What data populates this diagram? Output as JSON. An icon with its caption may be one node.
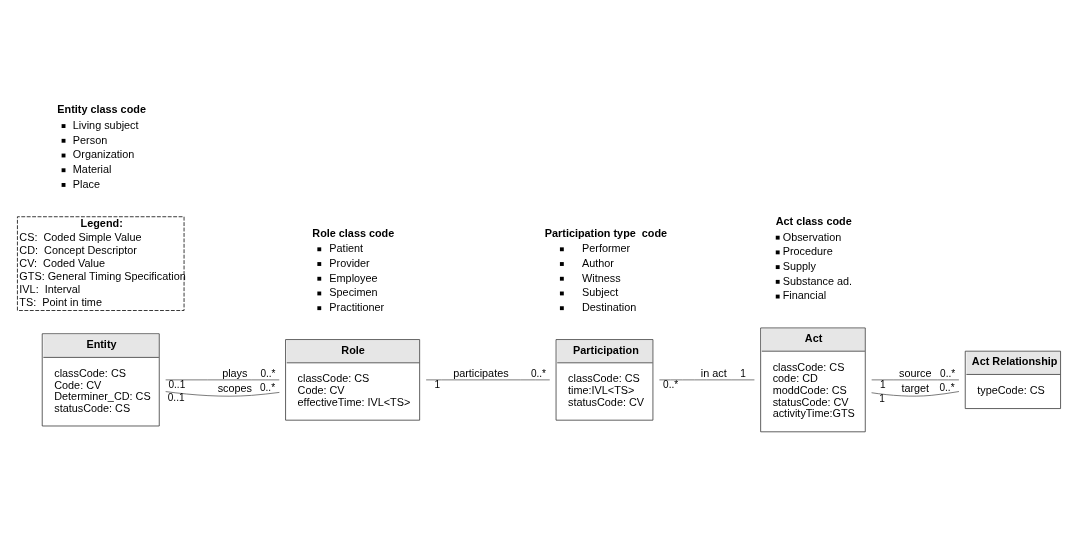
{
  "diagram": {
    "nodes": [
      {
        "text": [
          "Entity",
          "classCode: CS",
          "Code: CV",
          "Determiner_CD: CS",
          "statusCode: CS"
        ]
      },
      {
        "text": [
          "Role",
          "classCode: CS",
          "Code: CV",
          "effectiveTime: IVL<TS>"
        ]
      },
      {
        "text": [
          "Participation",
          "classCode: CS",
          "time:IVL<TS>",
          "statusCode: CV"
        ]
      },
      {
        "text": [
          "Act",
          "classCode: CS",
          "code: CD",
          "moddCode: CS",
          "statusCode: CV",
          "activityTime:GTS"
        ]
      },
      {
        "text": [
          "Act Relationship",
          "typeCode: CS"
        ]
      },
      {
        "text": [
          "Legend:",
          "CS:  Coded Simple Value",
          "CD:  Concept Descriptor",
          "CV:  Coded Value",
          "GTS: General Timing Specification",
          "IVL:  Interval",
          "TS:  Point in time"
        ]
      }
    ],
    "edges": [
      {
        "from": 0,
        "to": 1,
        "arrow": "none",
        "label": "plays"
      },
      {
        "from": 0,
        "to": 1,
        "arrow": "none",
        "label": "scopes"
      },
      {
        "from": 1,
        "to": 2,
        "arrow": "none",
        "label": "participates"
      },
      {
        "from": 2,
        "to": 3,
        "arrow": "none",
        "label": "in act"
      },
      {
        "from": 3,
        "to": 4,
        "arrow": "none",
        "label": "source"
      },
      {
        "from": 3,
        "to": 4,
        "arrow": "none",
        "label": "target"
      }
    ],
    "labels": [
      "Entity class code",
      "Living subject",
      "Person",
      "Organization",
      "Material",
      "Place",
      "Participation type  code",
      "Performer",
      "Author",
      "Witness",
      "Subject",
      "Destination",
      "Act class code",
      "Observation",
      "Procedure",
      "Supply",
      "Substance ad.",
      "Financial",
      "Role class code",
      "Patient",
      "Provider",
      "Employee",
      "Specimen",
      "Practitioner",
      "0..1",
      "0..*",
      "0..1",
      "0..*",
      "1",
      "0..*",
      "0..*",
      "1",
      "1",
      "0..*",
      "1",
      "0..*"
    ]
  }
}
